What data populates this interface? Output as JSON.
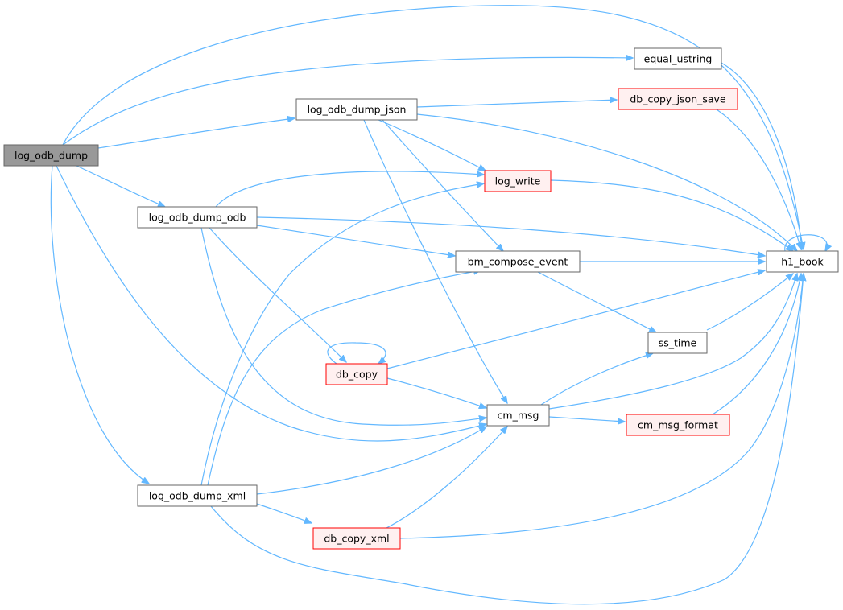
{
  "diagram": {
    "type": "call-graph",
    "colors": {
      "edge": "#63b8ff",
      "root_fill": "#999999",
      "node_fill": "#ffffff",
      "node_stroke": "#666666",
      "truncated_fill": "#fff0f0",
      "truncated_stroke": "#ff0000"
    },
    "nodes": [
      {
        "id": "log_odb_dump",
        "label": "log_odb_dump",
        "style": "root"
      },
      {
        "id": "equal_ustring",
        "label": "equal_ustring",
        "style": "normal"
      },
      {
        "id": "log_odb_dump_json",
        "label": "log_odb_dump_json",
        "style": "normal"
      },
      {
        "id": "db_copy_json_save",
        "label": "db_copy_json_save",
        "style": "truncated"
      },
      {
        "id": "log_write",
        "label": "log_write",
        "style": "truncated"
      },
      {
        "id": "log_odb_dump_odb",
        "label": "log_odb_dump_odb",
        "style": "normal"
      },
      {
        "id": "bm_compose_event",
        "label": "bm_compose_event",
        "style": "normal"
      },
      {
        "id": "h1_book",
        "label": "h1_book",
        "style": "normal"
      },
      {
        "id": "ss_time",
        "label": "ss_time",
        "style": "normal"
      },
      {
        "id": "db_copy",
        "label": "db_copy",
        "style": "truncated"
      },
      {
        "id": "cm_msg",
        "label": "cm_msg",
        "style": "normal"
      },
      {
        "id": "cm_msg_format",
        "label": "cm_msg_format",
        "style": "truncated"
      },
      {
        "id": "log_odb_dump_xml",
        "label": "log_odb_dump_xml",
        "style": "normal"
      },
      {
        "id": "db_copy_xml",
        "label": "db_copy_xml",
        "style": "truncated"
      }
    ],
    "edges": [
      {
        "from": "log_odb_dump",
        "to": "equal_ustring"
      },
      {
        "from": "log_odb_dump",
        "to": "h1_book"
      },
      {
        "from": "log_odb_dump",
        "to": "log_odb_dump_json"
      },
      {
        "from": "log_odb_dump",
        "to": "log_odb_dump_odb"
      },
      {
        "from": "log_odb_dump",
        "to": "cm_msg"
      },
      {
        "from": "log_odb_dump",
        "to": "log_odb_dump_xml"
      },
      {
        "from": "equal_ustring",
        "to": "h1_book"
      },
      {
        "from": "log_odb_dump_json",
        "to": "db_copy_json_save"
      },
      {
        "from": "log_odb_dump_json",
        "to": "log_write"
      },
      {
        "from": "log_odb_dump_json",
        "to": "h1_book"
      },
      {
        "from": "log_odb_dump_json",
        "to": "bm_compose_event"
      },
      {
        "from": "log_odb_dump_json",
        "to": "cm_msg"
      },
      {
        "from": "db_copy_json_save",
        "to": "h1_book"
      },
      {
        "from": "log_write",
        "to": "h1_book"
      },
      {
        "from": "log_odb_dump_odb",
        "to": "log_write"
      },
      {
        "from": "log_odb_dump_odb",
        "to": "h1_book"
      },
      {
        "from": "log_odb_dump_odb",
        "to": "bm_compose_event"
      },
      {
        "from": "log_odb_dump_odb",
        "to": "db_copy"
      },
      {
        "from": "log_odb_dump_odb",
        "to": "cm_msg"
      },
      {
        "from": "bm_compose_event",
        "to": "h1_book"
      },
      {
        "from": "bm_compose_event",
        "to": "ss_time"
      },
      {
        "from": "h1_book",
        "to": "h1_book"
      },
      {
        "from": "ss_time",
        "to": "h1_book"
      },
      {
        "from": "db_copy",
        "to": "db_copy"
      },
      {
        "from": "db_copy",
        "to": "h1_book"
      },
      {
        "from": "db_copy",
        "to": "cm_msg"
      },
      {
        "from": "cm_msg",
        "to": "ss_time"
      },
      {
        "from": "cm_msg",
        "to": "h1_book"
      },
      {
        "from": "cm_msg",
        "to": "cm_msg_format"
      },
      {
        "from": "cm_msg_format",
        "to": "h1_book"
      },
      {
        "from": "log_odb_dump_xml",
        "to": "log_write"
      },
      {
        "from": "log_odb_dump_xml",
        "to": "bm_compose_event"
      },
      {
        "from": "log_odb_dump_xml",
        "to": "cm_msg"
      },
      {
        "from": "log_odb_dump_xml",
        "to": "db_copy_xml"
      },
      {
        "from": "log_odb_dump_xml",
        "to": "h1_book"
      },
      {
        "from": "db_copy_xml",
        "to": "cm_msg"
      },
      {
        "from": "db_copy_xml",
        "to": "h1_book"
      }
    ]
  }
}
